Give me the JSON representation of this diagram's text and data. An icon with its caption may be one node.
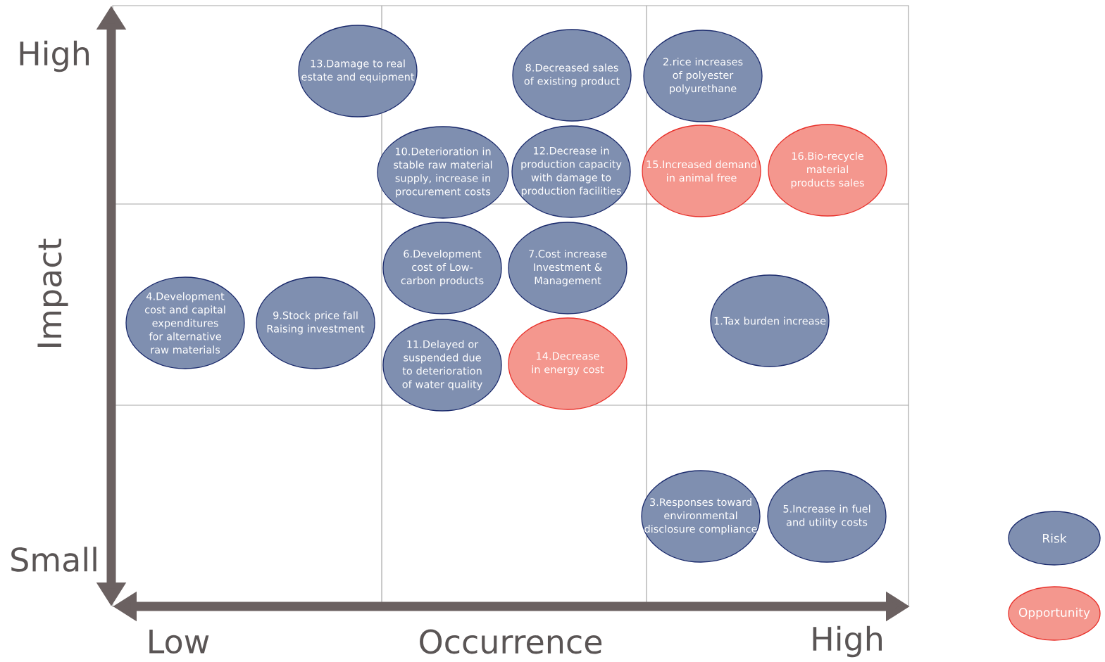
{
  "diagram": {
    "nodes": [
      {
        "text": [
          "13.Damage to real estate and equipment"
        ]
      },
      {
        "text": [
          "8.Decreased sales of existing product"
        ]
      },
      {
        "text": [
          "2.rice increases of polyester polyurethane"
        ]
      },
      {
        "text": [
          "10.Deterioration in stable raw material supply, increase in procurement costs"
        ]
      },
      {
        "text": [
          "12.Decrease in production capacity with damage to production facilities"
        ]
      },
      {
        "text": [
          "15.Increased demand in animal free"
        ]
      },
      {
        "text": [
          "16.Bio-recycle material products sales"
        ]
      },
      {
        "text": [
          "6.Development cost of Low-carbon products"
        ]
      },
      {
        "text": [
          "7.Cost increase Investment & Management"
        ]
      },
      {
        "text": [
          "4.Development cost and capital expenditures for alternative raw materials"
        ]
      },
      {
        "text": [
          "9.Stock price fall Raising investment"
        ]
      },
      {
        "text": [
          "1.Tax burden increase"
        ]
      },
      {
        "text": [
          "11.Delayed or suspended due to deterioration of water quality"
        ]
      },
      {
        "text": [
          "14.Decrease in energy cost"
        ]
      },
      {
        "text": [
          "3.Responses toward environmental disclosure compliance"
        ]
      },
      {
        "text": [
          "5.Increase in fuel and utility costs"
        ]
      }
    ],
    "labels": [
      "High",
      "Impact",
      "Small",
      "Low",
      "Occurrence",
      "High"
    ],
    "legend": [
      {
        "text": "Risk",
        "color": "#7f8fb0"
      },
      {
        "text": "Opportunity",
        "color": "#f4978e"
      }
    ]
  }
}
